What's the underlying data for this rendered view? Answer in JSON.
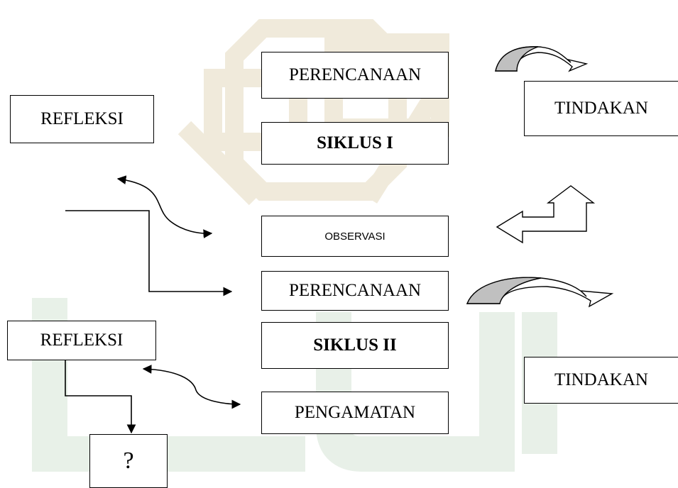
{
  "labels": {
    "refleksi_1": "REFLEKSI",
    "perencanaan_1": "PERENCANAAN",
    "siklus_1": "SIKLUS I",
    "tindakan_1": "TINDAKAN",
    "observasi": "OBSERVASI",
    "perencanaan_2": "PERENCANAAN",
    "refleksi_2": "REFLEKSI",
    "siklus_2": "SIKLUS II",
    "tindakan_2": "TINDAKAN",
    "pengamatan": "PENGAMATAN",
    "unknown": "?"
  },
  "colors": {
    "line": "#000000",
    "curved_arrow_fill": "#c0c0c0",
    "box_border": "#000000",
    "background": "#ffffff",
    "watermark": "#efe8d8",
    "watermark_bottom": "#e6efe6"
  }
}
